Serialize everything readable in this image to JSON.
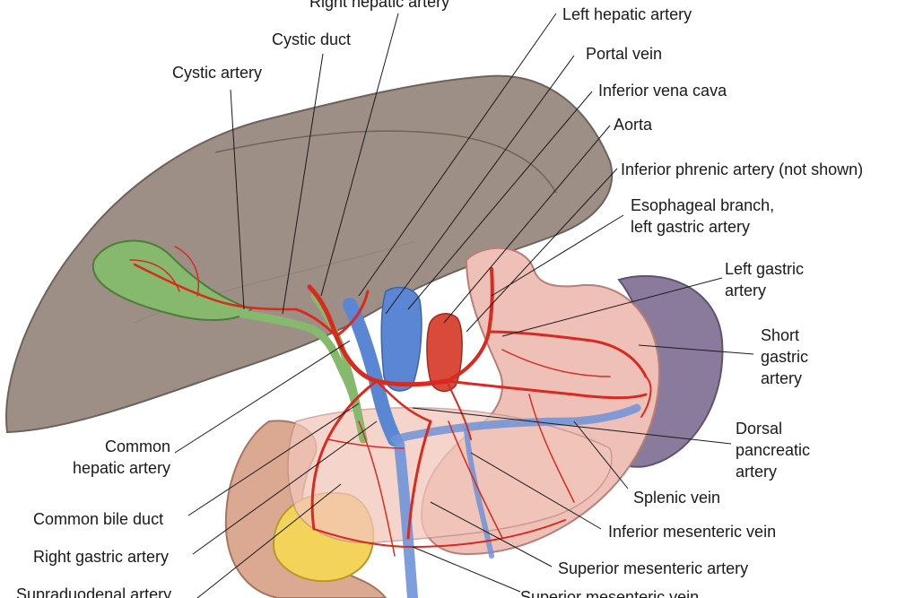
{
  "labels": {
    "right_hepatic_artery": "Right hepatic artery",
    "left_hepatic_artery": "Left hepatic artery",
    "cystic_duct": "Cystic duct",
    "portal_vein": "Portal vein",
    "cystic_artery": "Cystic artery",
    "inferior_vena_cava": "Inferior vena cava",
    "aorta": "Aorta",
    "inferior_phrenic_artery": "Inferior phrenic artery (not shown)",
    "esophageal_branch_line1": "Esophageal branch,",
    "esophageal_branch_line2": "left gastric artery",
    "left_gastric_line1": "Left gastric",
    "left_gastric_line2": "artery",
    "short_gastric_line1": "Short",
    "short_gastric_line2": "gastric",
    "short_gastric_line3": "artery",
    "dorsal_pancreatic_line1": "Dorsal",
    "dorsal_pancreatic_line2": "pancreatic",
    "dorsal_pancreatic_line3": "artery",
    "splenic_vein": "Splenic vein",
    "inferior_mesenteric_vein": "Inferior mesenteric vein",
    "superior_mesenteric_artery": "Superior mesenteric artery",
    "superior_mesenteric_vein": "Superior mesenteric vein",
    "common_hepatic_line1": "Common",
    "common_hepatic_line2": "hepatic artery",
    "common_bile_duct": "Common bile duct",
    "right_gastric_artery": "Right gastric artery",
    "supraduodenal_artery": "Supraduodenal artery"
  },
  "colors": {
    "liver": "#9e8f86",
    "gallbladder": "#86b86e",
    "stomach": "#efc0b8",
    "spleen": "#8a7a9c",
    "pancreas": "#f3d35a",
    "duodenum": "#dba992",
    "artery": "#d82a1e",
    "vein": "#5b86d4",
    "leader_line": "#1a1a1a"
  }
}
